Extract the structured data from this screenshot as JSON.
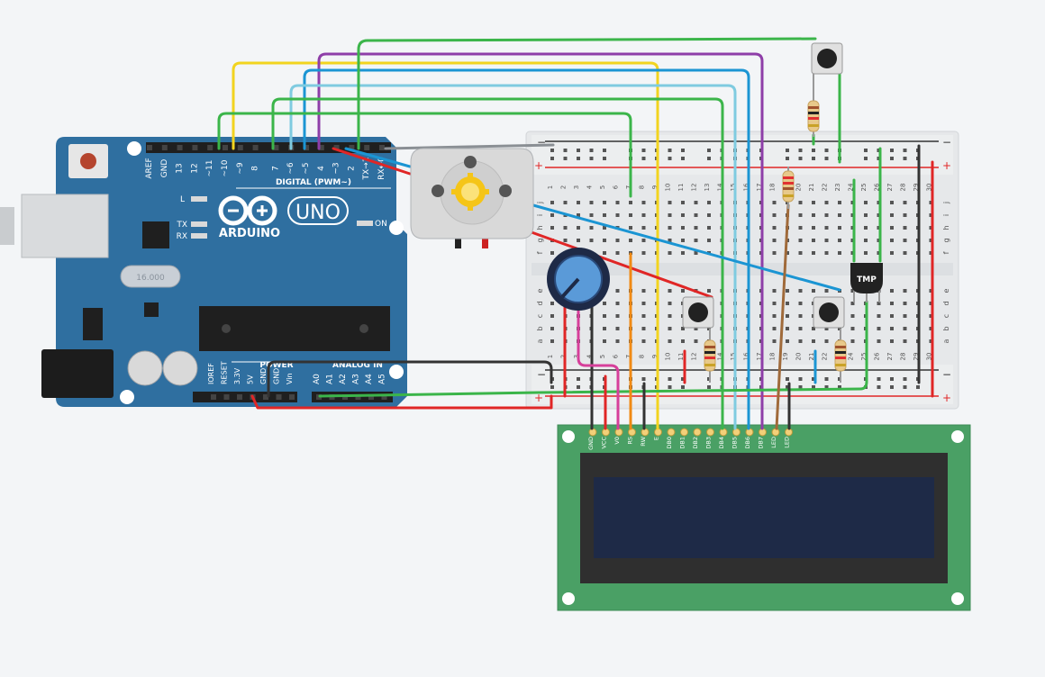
{
  "arduino": {
    "brand": "ARDUINO",
    "model": "UNO",
    "digital_header": "DIGITAL (PWM~)",
    "power_label": "POWER",
    "analog_label": "ANALOG IN",
    "on_label": "ON",
    "led_l": "L",
    "led_tx": "TX",
    "led_rx": "RX",
    "crystal": "16.000",
    "digital_pins": [
      "AREF",
      "GND",
      "13",
      "12",
      "~11",
      "~10",
      "~9",
      "8",
      "7",
      "~6",
      "~5",
      "4",
      "~3",
      "2",
      "TX→1",
      "RX←0"
    ],
    "power_pins": [
      "IOREF",
      "RESET",
      "3.3V",
      "5V",
      "GND",
      "GND",
      "Vin"
    ],
    "analog_pins": [
      "A0",
      "A1",
      "A2",
      "A3",
      "A4",
      "A5"
    ]
  },
  "breadboard": {
    "columns": [
      "1",
      "2",
      "3",
      "4",
      "5",
      "6",
      "7",
      "8",
      "9",
      "10",
      "11",
      "12",
      "13",
      "14",
      "15",
      "16",
      "17",
      "18",
      "19",
      "20",
      "21",
      "22",
      "23",
      "24",
      "25",
      "26",
      "27",
      "28",
      "29",
      "30"
    ],
    "rows_top": [
      "j",
      "i",
      "h",
      "g",
      "f"
    ],
    "rows_bottom": [
      "e",
      "d",
      "c",
      "b",
      "a"
    ],
    "rail_minus": "−",
    "rail_plus": "+"
  },
  "lcd": {
    "pins": [
      "GND",
      "VCC",
      "V0",
      "RS",
      "RW",
      "E",
      "DB0",
      "DB1",
      "DB2",
      "DB3",
      "DB4",
      "DB5",
      "DB6",
      "DB7",
      "LED",
      "LED"
    ]
  },
  "tmp_sensor": {
    "label": "TMP"
  },
  "colors": {
    "board": "#2f6fa0",
    "breadboard": "#e8eaec",
    "lcd_pcb": "#4aa065",
    "lcd_screen": "#1e2a47",
    "wire_red": "#e02626",
    "wire_black": "#333333",
    "wire_green": "#3bb54a",
    "wire_yellow": "#f2d41f",
    "wire_blue": "#1b95d3",
    "wire_lightblue": "#7fcbe0",
    "wire_purple": "#8e3ea8",
    "wire_orange": "#f08a14",
    "wire_pink": "#d63f9a",
    "wire_brown": "#a06a3a"
  }
}
